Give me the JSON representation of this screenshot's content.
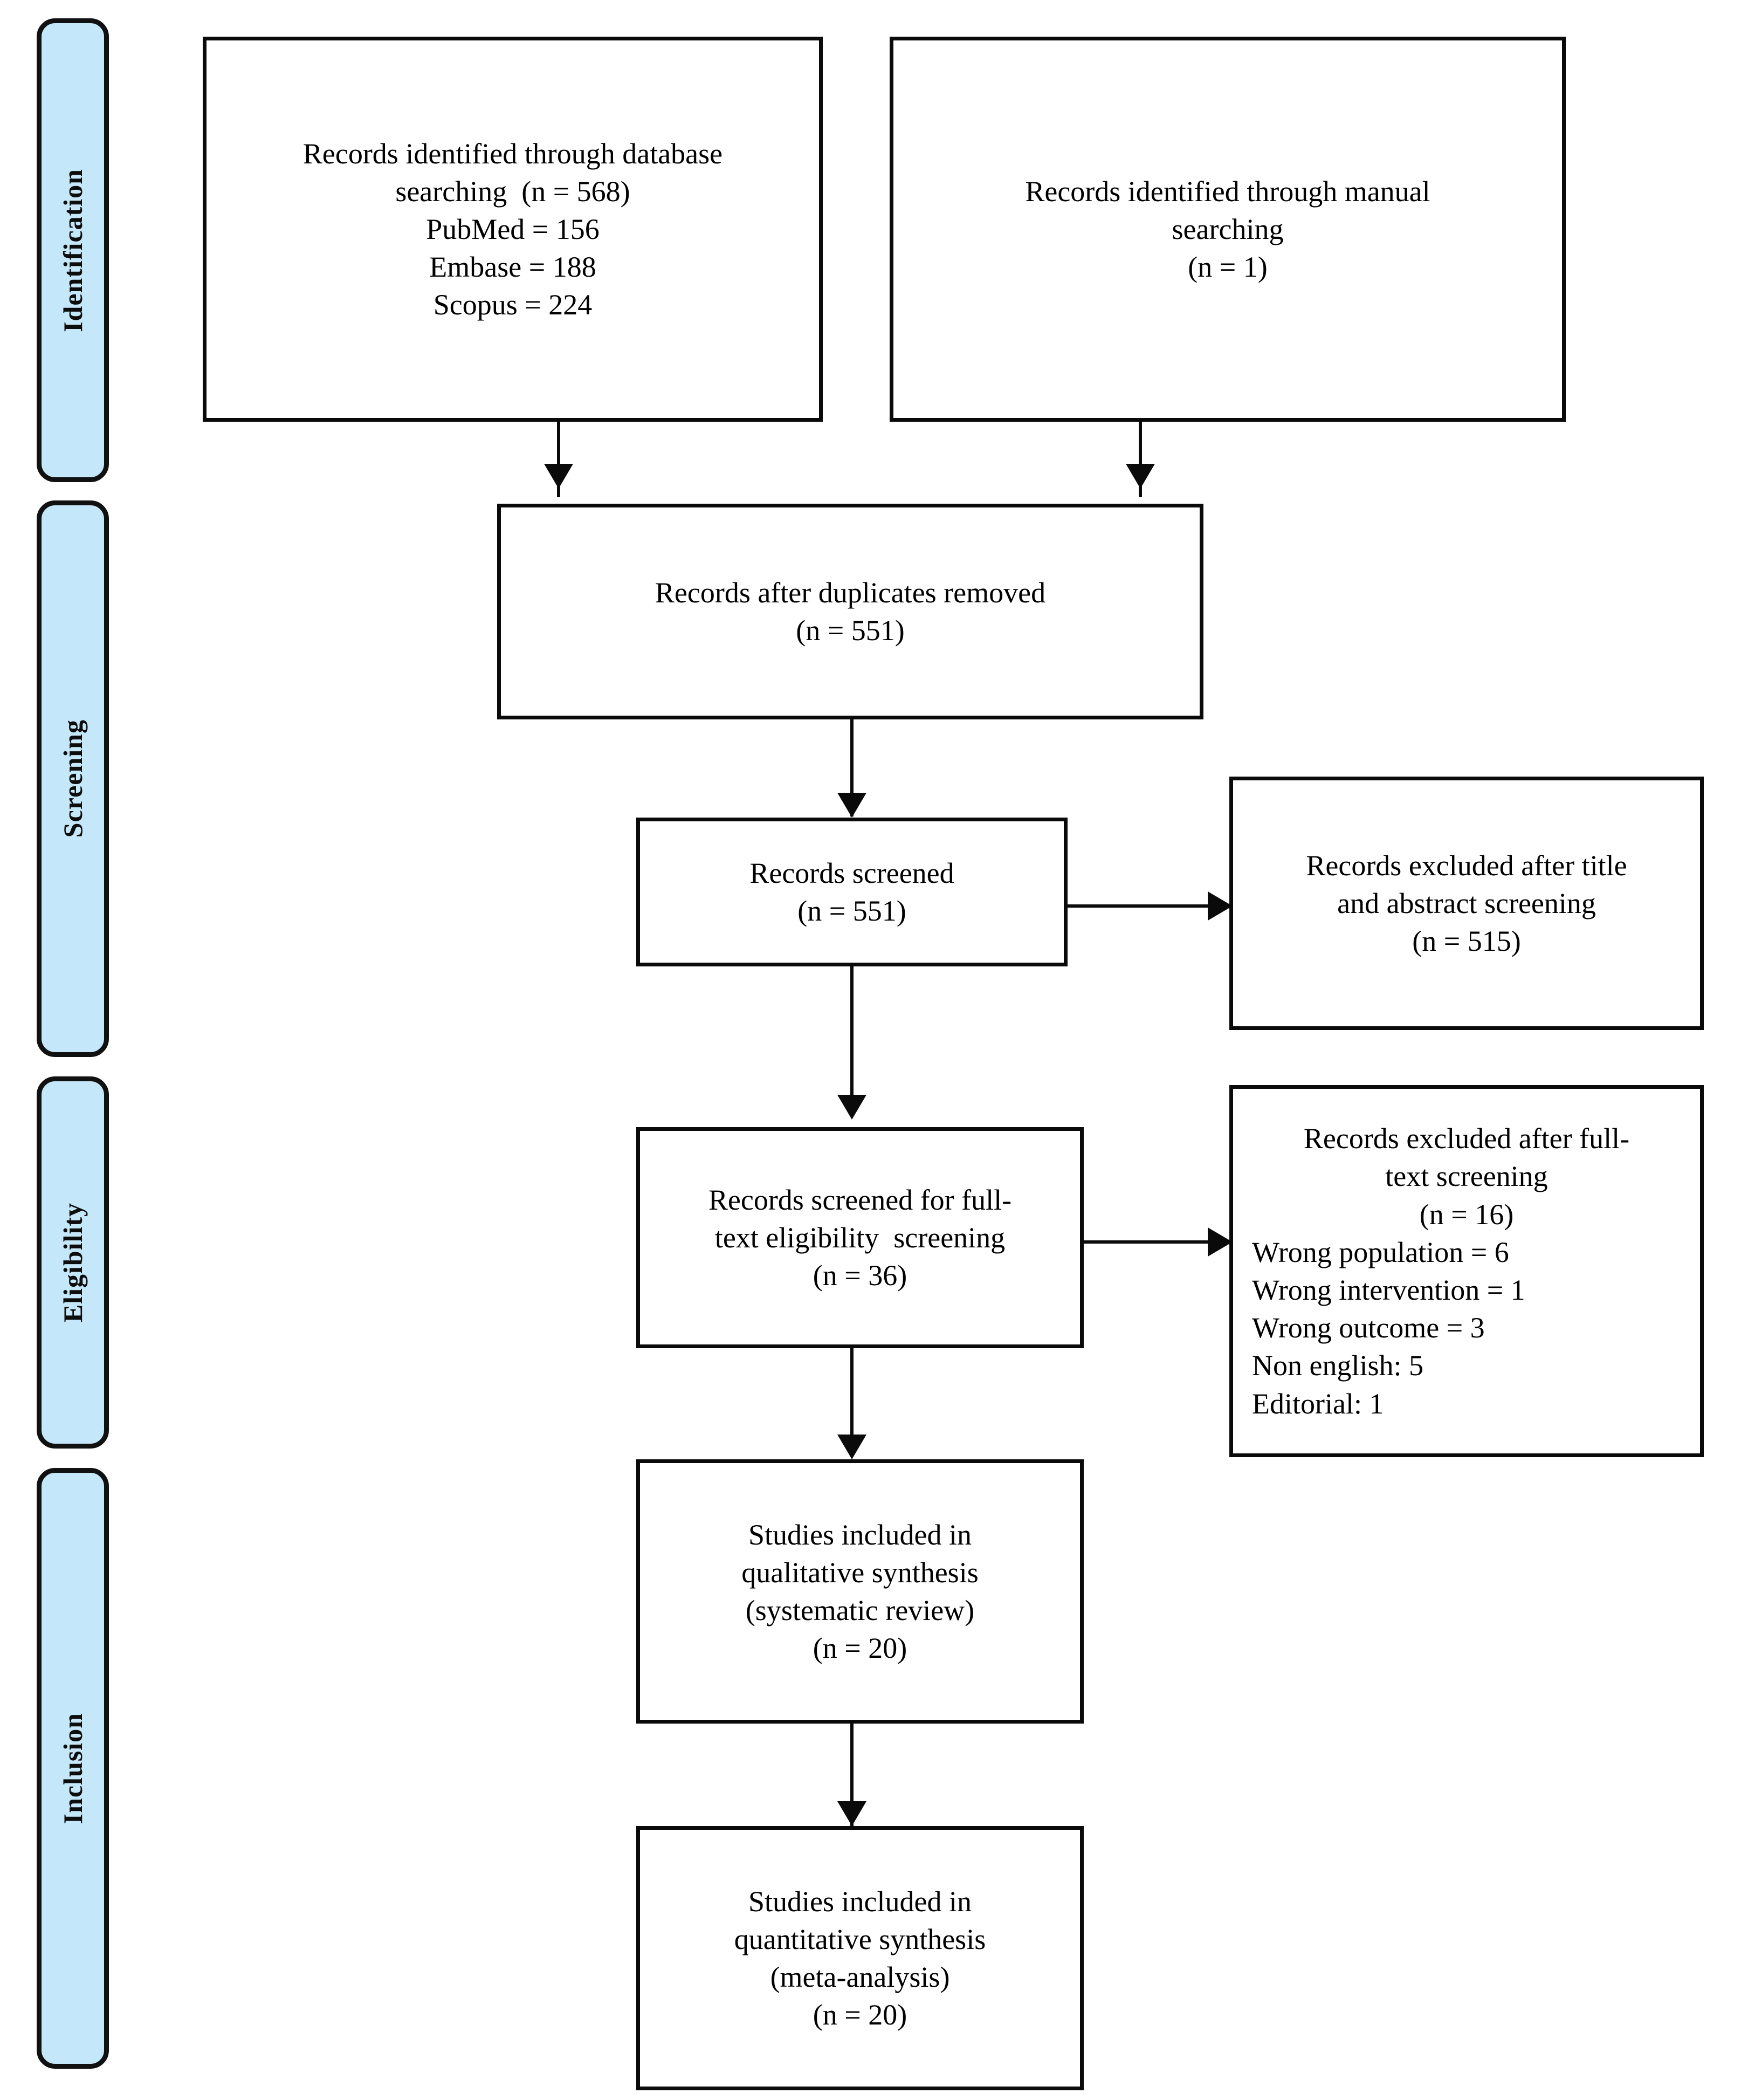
{
  "figure": {
    "type": "prisma-flow-diagram",
    "accent_color": "#c5e7fa",
    "line_color": "#0a0a0a",
    "background": "#ffffff"
  },
  "stages": [
    {
      "id": "identification",
      "label": "Identification"
    },
    {
      "id": "screening",
      "label": "Screening"
    },
    {
      "id": "eligibility",
      "label": "Eligibility"
    },
    {
      "id": "inclusion",
      "label": "Inclusion"
    }
  ],
  "boxes": {
    "database_search": {
      "lines": [
        "Records identified through database",
        "searching  (n = 568)",
        "PubMed = 156",
        "Embase = 188",
        "Scopus = 224"
      ]
    },
    "manual_search": {
      "lines": [
        "Records identified through manual",
        "searching",
        "(n = 1)"
      ]
    },
    "duplicates_removed": {
      "lines": [
        "Records after duplicates removed",
        "(n = 551)"
      ]
    },
    "records_screened": {
      "lines": [
        "Records screened",
        "(n = 551)"
      ]
    },
    "excluded_title_abstract": {
      "lines": [
        "Records excluded after title",
        "and abstract screening",
        "(n = 515)"
      ]
    },
    "fulltext_eligibility": {
      "lines": [
        "Records screened for full-",
        "text eligibility  screening",
        "(n = 36)"
      ]
    },
    "excluded_fulltext": {
      "header_lines": [
        "Records excluded after full-",
        "text screening",
        "(n = 16)"
      ],
      "reason_lines": [
        "Wrong population = 6",
        "Wrong intervention = 1",
        "Wrong outcome = 3",
        "Non english: 5",
        "Editorial: 1"
      ]
    },
    "qualitative_synthesis": {
      "lines": [
        "Studies included in",
        "qualitative synthesis",
        "(systematic review)",
        "(n = 20)"
      ]
    },
    "quantitative_synthesis": {
      "lines": [
        "Studies included in",
        "quantitative synthesis",
        "(meta-analysis)",
        "(n = 20)"
      ]
    }
  },
  "chart_data": {
    "type": "table",
    "title": "PRISMA study selection flow",
    "nodes": [
      {
        "stage": "Identification",
        "name": "Records identified through database searching",
        "n": 568,
        "breakdown": [
          {
            "source": "PubMed",
            "n": 156
          },
          {
            "source": "Embase",
            "n": 188
          },
          {
            "source": "Scopus",
            "n": 224
          }
        ]
      },
      {
        "stage": "Identification",
        "name": "Records identified through manual searching",
        "n": 1
      },
      {
        "stage": "Screening",
        "name": "Records after duplicates removed",
        "n": 551
      },
      {
        "stage": "Screening",
        "name": "Records screened",
        "n": 551
      },
      {
        "stage": "Screening",
        "name": "Records excluded after title and abstract screening",
        "n": 515
      },
      {
        "stage": "Eligibility",
        "name": "Records screened for full-text eligibility screening",
        "n": 36
      },
      {
        "stage": "Eligibility",
        "name": "Records excluded after full-text screening",
        "n": 16,
        "breakdown": [
          {
            "reason": "Wrong population",
            "n": 6
          },
          {
            "reason": "Wrong intervention",
            "n": 1
          },
          {
            "reason": "Wrong outcome",
            "n": 3
          },
          {
            "reason": "Non english",
            "n": 5
          },
          {
            "reason": "Editorial",
            "n": 1
          }
        ]
      },
      {
        "stage": "Inclusion",
        "name": "Studies included in qualitative synthesis (systematic review)",
        "n": 20
      },
      {
        "stage": "Inclusion",
        "name": "Studies included in quantitative synthesis (meta-analysis)",
        "n": 20
      }
    ]
  }
}
